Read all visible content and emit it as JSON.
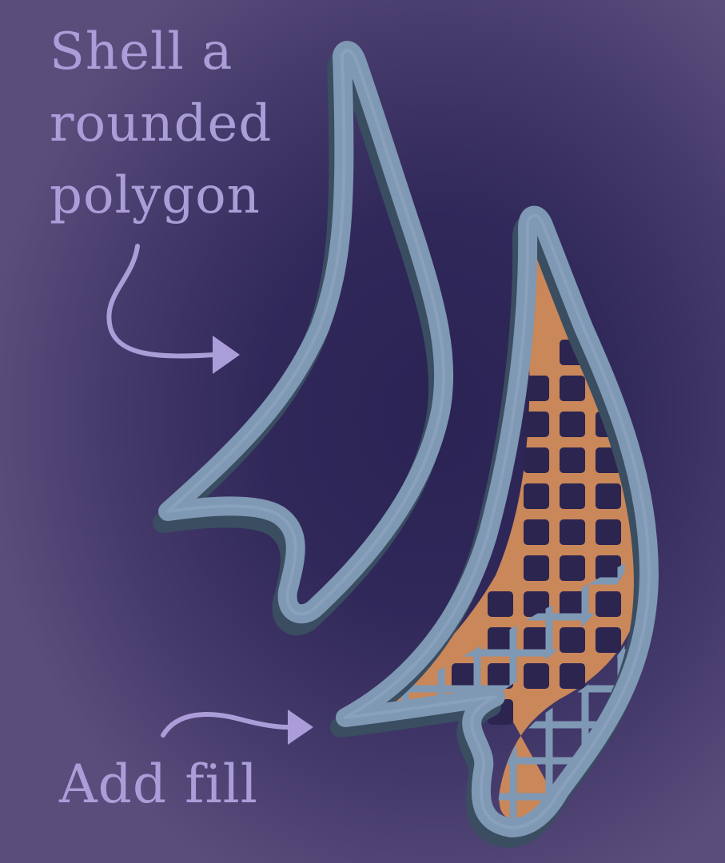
{
  "captions": {
    "shell": [
      "Shell a",
      "rounded",
      "polygon"
    ],
    "fill": "Add fill"
  },
  "colors": {
    "background": "#2d2658",
    "background_edge": "#5a4d7c",
    "label": "#ab9ed8",
    "arrow": "#ab9ed8",
    "shell_top": "#7f98b4",
    "shell_side": "#3f5368",
    "interior_wall": "#c9875a"
  },
  "icons": [
    "curved-arrow-icon",
    "curved-arrow-icon"
  ]
}
